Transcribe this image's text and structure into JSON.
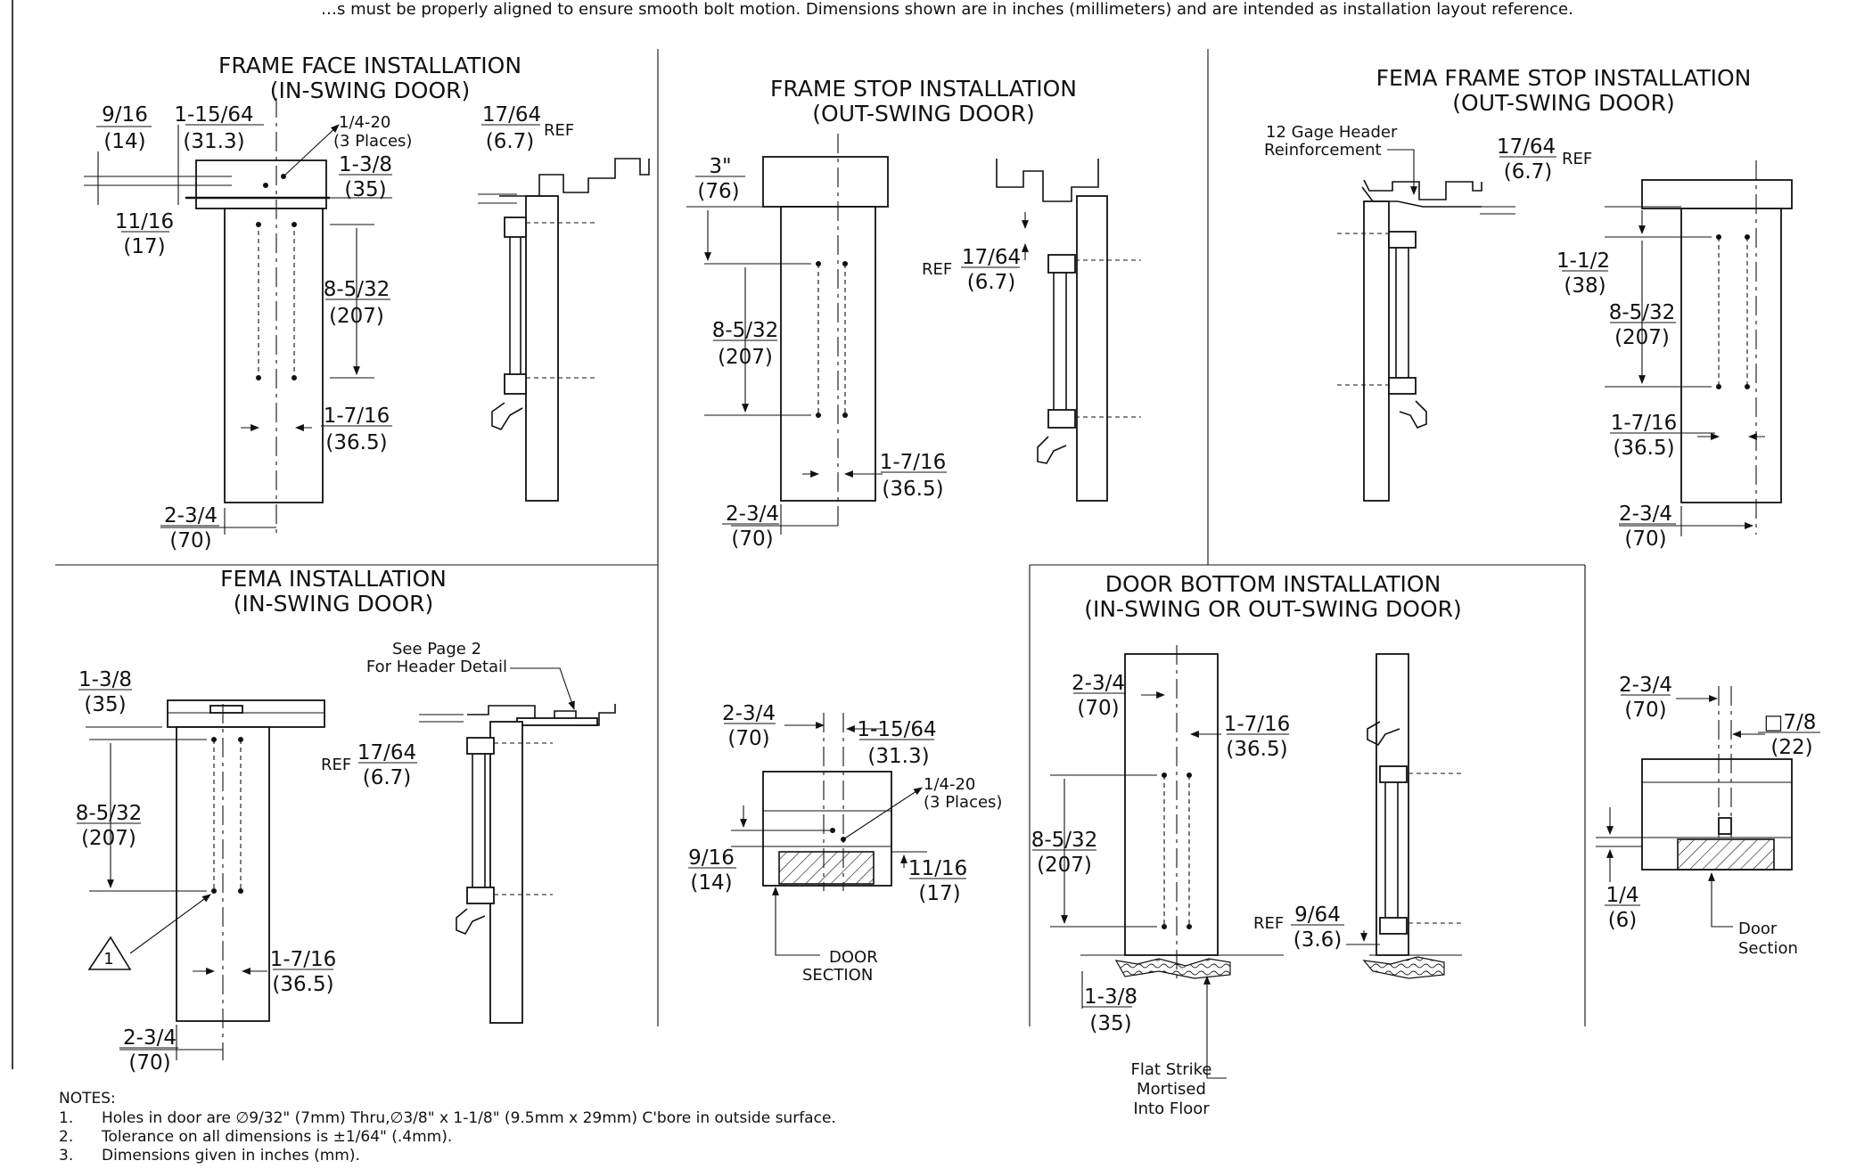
{
  "header_fragment": "…s must be properly aligned to ensure smooth bolt motion. Dimensions shown are in inches (millimeters) and are intended as installation layout reference.",
  "views": {
    "frame_face": {
      "title_1": "FRAME FACE INSTALLATION",
      "title_2": "(IN-SWING DOOR)",
      "d1": "9/16",
      "d1mm": "(14)",
      "d2": "1-15/64",
      "d2mm": "(31.3)",
      "screw": "1/4-20",
      "screw_note": "(3 Places)",
      "d3": "1-3/8",
      "d3mm": "(35)",
      "d4": "11/16",
      "d4mm": "(17)",
      "d5": "8-5/32",
      "d5mm": "(207)",
      "d6": "1-7/16",
      "d6mm": "(36.5)",
      "d7": "2-3/4",
      "d7mm": "(70)",
      "side": "17/64",
      "sidemm": "(6.7)",
      "ref": "REF"
    },
    "frame_stop": {
      "title_1": "FRAME STOP INSTALLATION",
      "title_2": "(OUT-SWING DOOR)",
      "d1": "3\"",
      "d1mm": "(76)",
      "d2": "8-5/32",
      "d2mm": "(207)",
      "d3": "1-7/16",
      "d3mm": "(36.5)",
      "d4": "2-3/4",
      "d4mm": "(70)",
      "side": "17/64",
      "sidemm": "(6.7)",
      "ref": "REF"
    },
    "fema_frame_stop": {
      "title_1": "FEMA FRAME STOP INSTALLATION",
      "title_2": "(OUT-SWING DOOR)",
      "gage_1": "12 Gage Header",
      "gage_2": "Reinforcement",
      "side": "17/64",
      "sidemm": "(6.7)",
      "ref": "REF",
      "d1": "1-1/2",
      "d1mm": "(38)",
      "d2": "8-5/32",
      "d2mm": "(207)",
      "d3": "1-7/16",
      "d3mm": "(36.5)",
      "d4": "2-3/4",
      "d4mm": "(70)"
    },
    "fema": {
      "title_1": "FEMA INSTALLATION",
      "title_2": "(IN-SWING DOOR)",
      "d1": "1-3/8",
      "d1mm": "(35)",
      "d2": "8-5/32",
      "d2mm": "(207)",
      "d3": "1-7/16",
      "d3mm": "(36.5)",
      "d4": "2-3/4",
      "d4mm": "(70)",
      "callout": "1",
      "see_1": "See Page 2",
      "see_2": "For Header Detail",
      "side": "17/64",
      "sidemm": "(6.7)",
      "ref": "REF"
    },
    "section_center": {
      "d1": "2-3/4",
      "d1mm": "(70)",
      "d2": "1-15/64",
      "d2mm": "(31.3)",
      "screw": "1/4-20",
      "screw_note": "(3 Places)",
      "d3": "9/16",
      "d3mm": "(14)",
      "d4": "11/16",
      "d4mm": "(17)",
      "door_1": "DOOR",
      "door_2": "SECTION"
    },
    "door_bottom": {
      "title_1": "DOOR BOTTOM INSTALLATION",
      "title_2": "(IN-SWING OR OUT-SWING DOOR)",
      "d1": "2-3/4",
      "d1mm": "(70)",
      "d2": "1-7/16",
      "d2mm": "(36.5)",
      "d3": "8-5/32",
      "d3mm": "(207)",
      "d4": "1-3/8",
      "d4mm": "(35)",
      "strike_1": "Flat Strike",
      "strike_2": "Mortised",
      "strike_3": "Into Floor",
      "side": "9/64",
      "sidemm": "(3.6)",
      "ref": "REF"
    },
    "section_right": {
      "d1": "2-3/4",
      "d1mm": "(70)",
      "d2": "□7/8",
      "d2mm": "(22)",
      "d3": "1/4",
      "d3mm": "(6)",
      "door_1": "Door",
      "door_2": "Section"
    }
  },
  "notes": {
    "heading": "NOTES:",
    "items": [
      {
        "num": "1.",
        "text": "Holes in door are ∅9/32\" (7mm) Thru,∅3/8\" x 1-1/8\" (9.5mm x 29mm) C'bore in outside surface."
      },
      {
        "num": "2.",
        "text": "Tolerance on all dimensions is  ±1/64\" (.4mm)."
      },
      {
        "num": "3.",
        "text": "Dimensions given in inches (mm)."
      }
    ]
  }
}
